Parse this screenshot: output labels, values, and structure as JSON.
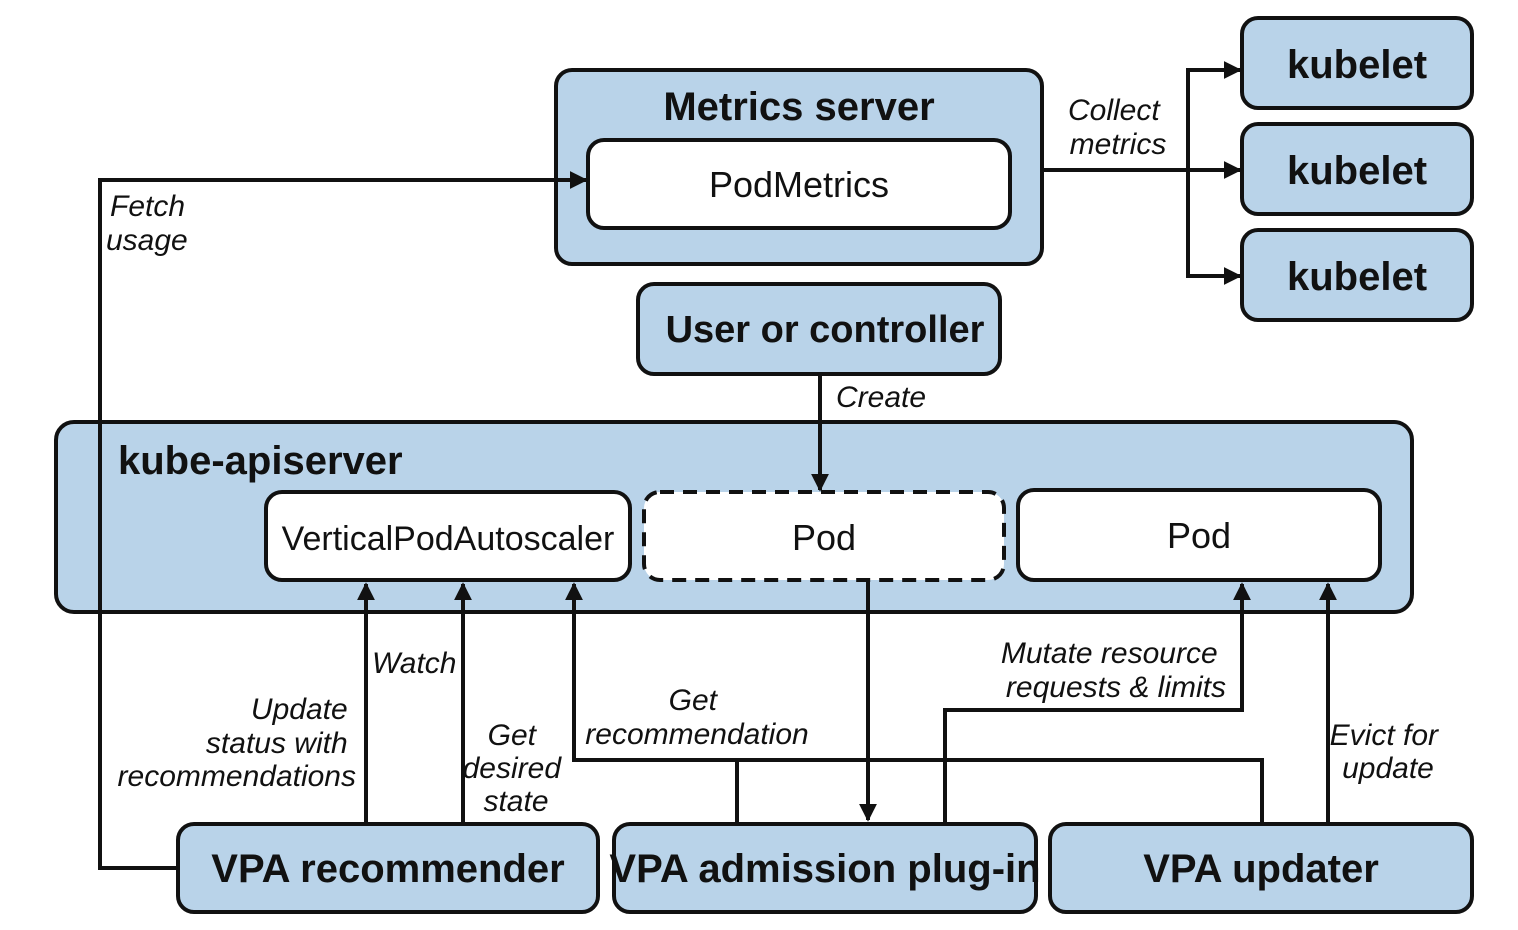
{
  "nodes": {
    "metrics_server": "Metrics server",
    "pod_metrics": "PodMetrics",
    "kubelet_1": "kubelet",
    "kubelet_2": "kubelet",
    "kubelet_3": "kubelet",
    "user_or_controller": "User or controller",
    "kube_apiserver": "kube-apiserver",
    "vertical_pod_autoscaler": "VerticalPodAutoscaler",
    "pod_pending": "Pod",
    "pod": "Pod",
    "vpa_recommender": "VPA recommender",
    "vpa_admission_plugin": "VPA admission plug-in",
    "vpa_updater": "VPA updater"
  },
  "edge_labels": {
    "collect_metrics": [
      "Collect",
      "metrics"
    ],
    "fetch_usage": [
      "Fetch",
      "usage"
    ],
    "create": [
      "Create"
    ],
    "watch": [
      "Watch"
    ],
    "update_status": [
      "Update",
      "status with",
      "recommendations"
    ],
    "get_desired_state": [
      "Get",
      "desired",
      "state"
    ],
    "get_recommendation": [
      "Get",
      "recommendation"
    ],
    "mutate_resource": [
      "Mutate resource",
      "requests & limits"
    ],
    "evict_for_update": [
      "Evict for",
      "update"
    ]
  },
  "colors": {
    "box_fill": "#b9d3e9",
    "stroke": "#111111"
  }
}
